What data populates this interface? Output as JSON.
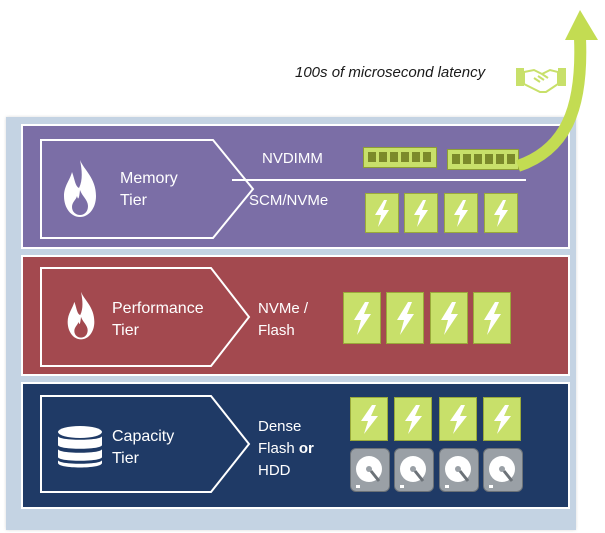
{
  "callout": {
    "latency_text": "100s of microsecond latency"
  },
  "tiers": [
    {
      "label_line1": "Memory",
      "label_line2": "Tier",
      "icon": "flame-icon",
      "media": [
        {
          "text": "NVDIMM"
        },
        {
          "text": "SCM/NVMe"
        }
      ]
    },
    {
      "label_line1": "Performance",
      "label_line2": "Tier",
      "icon": "flame-icon",
      "media_line1": "NVMe /",
      "media_line2": "Flash"
    },
    {
      "label_line1": "Capacity",
      "label_line2": "Tier",
      "icon": "database-icon",
      "media_line1": "Dense",
      "media_line2a": "Flash ",
      "media_line2b": "or",
      "media_line3": "HDD"
    }
  ],
  "colors": {
    "memory": "#7b6ea6",
    "performance": "#a3494f",
    "capacity": "#1f3a66",
    "accent": "#c8e06a",
    "frame": "#c4d3e3"
  },
  "icons": [
    "handshake-icon",
    "flash-chip-icon",
    "hdd-icon",
    "dimm-icon",
    "up-arrow-icon"
  ]
}
